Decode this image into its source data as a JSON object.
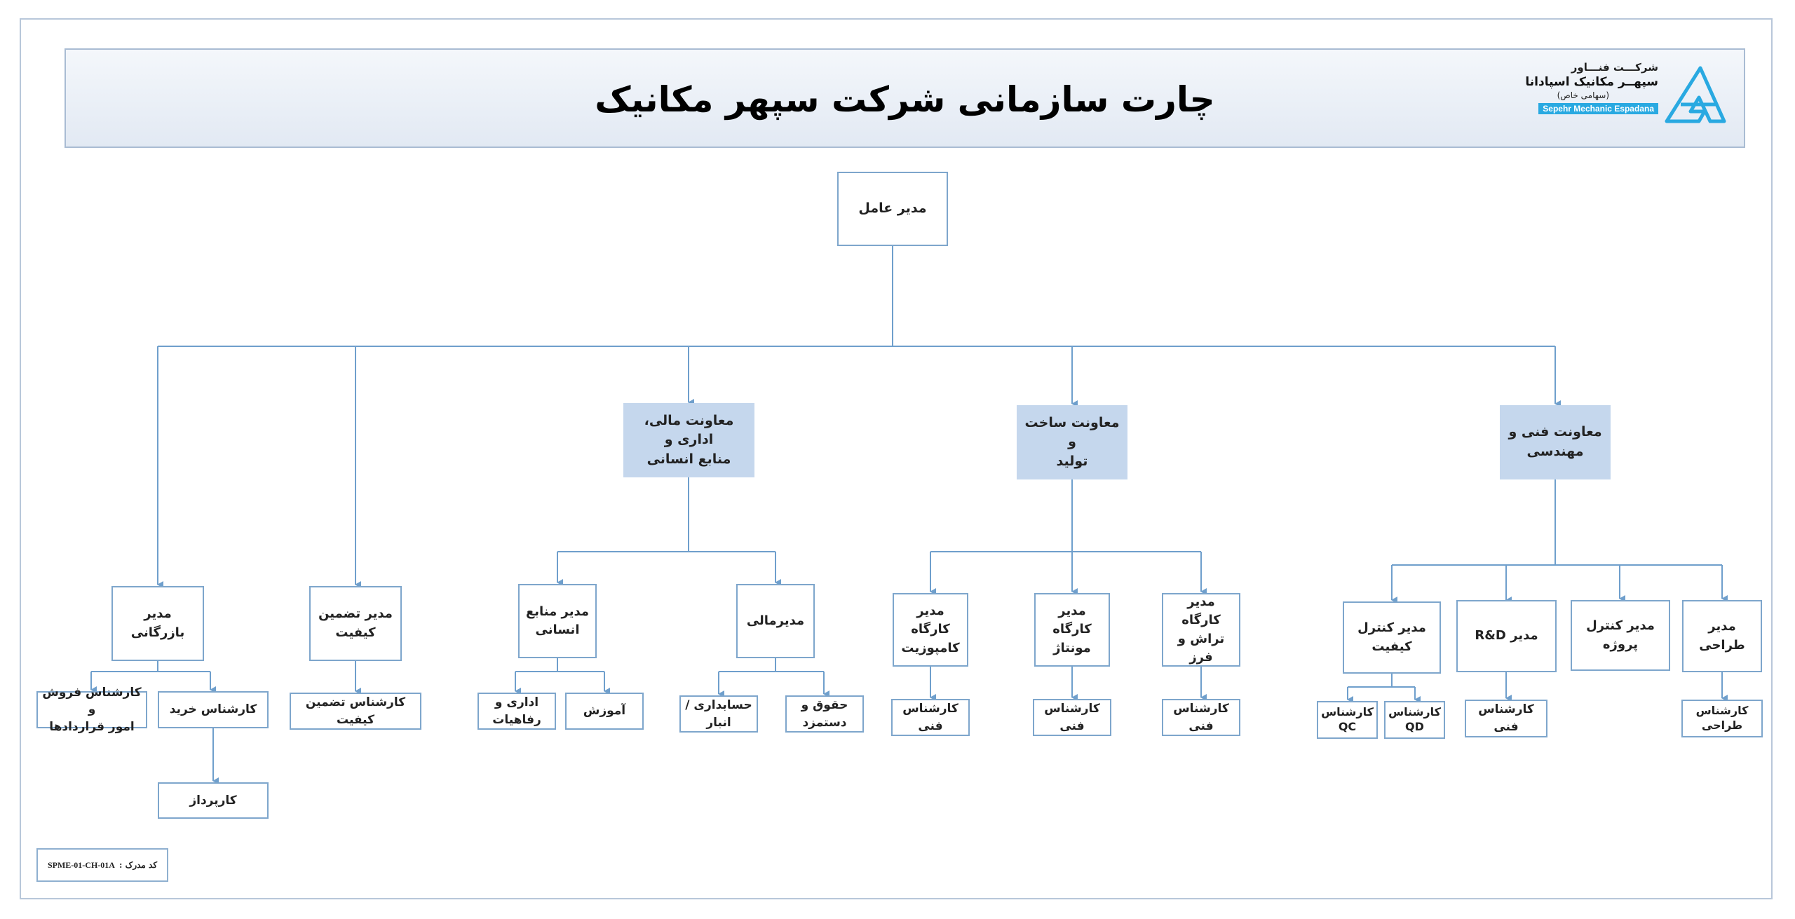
{
  "header": {
    "title": "چارت سازمانی شرکت سپهر مکانیک",
    "logo": {
      "line1": "شرکـــت فنـــاور",
      "line2": "سپهــر مکانیک اسپادانا",
      "line3": "(سهامی خاص)",
      "english": "Sepehr Mechanic Espadana"
    }
  },
  "org": {
    "ceo": "مدیر عامل",
    "deputy_finance": "معاونت مالی، اداری و\nمنابع انسانی",
    "deputy_production": "معاونت ساخت و\nتولید",
    "deputy_engineering": "معاونت فنی و\nمهندسی",
    "commerce_manager": "مدیر بازرگانی",
    "qa_manager": "مدیر تضمین\nکیفیت",
    "hr_manager": "مدیر منابع\nانسانی",
    "finance_manager": "مدیرمالی",
    "composite_workshop": "مدیر کارگاه\nکامپوزیت",
    "assembly_workshop": "مدیر کارگاه\nمونتاژ",
    "machining_workshop": "مدیر کارگاه\nتراش و فرز",
    "quality_control_manager": "مدیر کنترل\nکیفیت",
    "rd_manager": "مدیر R&D",
    "project_control_manager": "مدیر کنترل پروژه",
    "design_manager": "مدیر طراحی",
    "sales_expert": "کارشناس فروش و\nامور قراردادها",
    "purchase_expert": "کارشناس خرید",
    "procurement_agent": "کارپرداز",
    "qa_expert": "کارشناس تضمین کیفیت",
    "admin_welfare": "اداری و\nرفاهیات",
    "training": "آموزش",
    "accounting_warehouse": "حسابداری /\nانبار",
    "payroll": "حقوق و\nدستمزد",
    "tech_expert_composite": "کارشناس فنی",
    "tech_expert_assembly": "کارشناس فنی",
    "tech_expert_machining": "کارشناس فنی",
    "qc_expert": "کارشناس\nQC",
    "qd_expert": "کارشناس\nQD",
    "tech_expert_rd": "کارشناس فنی",
    "design_expert": "کارشناس\nطراحی"
  },
  "document": {
    "label": "کد مدرک :",
    "code": "SPME-01-CH-01A"
  },
  "colors": {
    "connector": "#6f9fcc",
    "deputy_fill": "#c5d7ed",
    "box_border": "#7ea6cc",
    "header_border": "#a9bcd3",
    "logo_accent": "#29a9e1"
  }
}
